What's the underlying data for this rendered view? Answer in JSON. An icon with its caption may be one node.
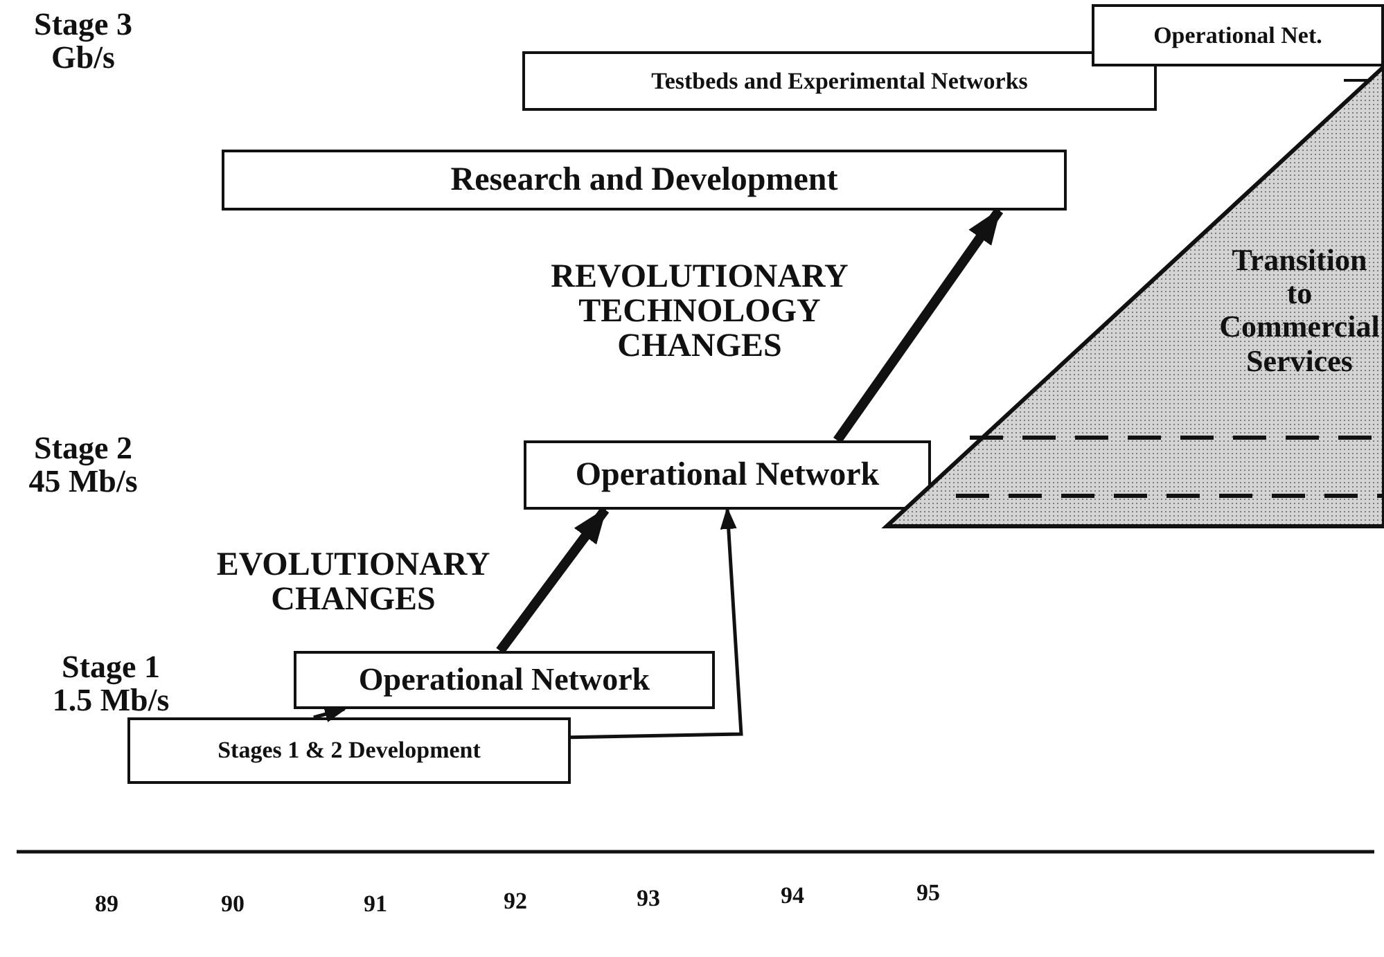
{
  "diagram": {
    "nodes": [
      {
        "text": [
          "Stages 1 & 2 Development"
        ]
      },
      {
        "text": [
          "Operational Network"
        ]
      },
      {
        "text": [
          "Operational Network"
        ]
      },
      {
        "text": [
          "Research and Development"
        ]
      },
      {
        "text": [
          "Testbeds and Experimental Networks"
        ]
      },
      {
        "text": [
          "Operational Net."
        ]
      },
      {
        "text": [
          "Transition to Commercial Services"
        ]
      }
    ],
    "edges": [
      {
        "from": 0,
        "to": 1,
        "arrow": "to"
      },
      {
        "from": 0,
        "to": 2,
        "arrow": "to"
      },
      {
        "from": 1,
        "to": 2,
        "arrow": "to",
        "style": "thick"
      },
      {
        "from": 2,
        "to": 3,
        "arrow": "to",
        "style": "thick"
      }
    ],
    "labels": [
      "Stage 3 Gb/s",
      "REVOLUTIONARY TECHNOLOGY CHANGES",
      "Stage 2 45 Mb/s",
      "EVOLUTIONARY CHANGES",
      "Stage 1 1.5 Mb/s",
      "89",
      "90",
      "91",
      "92",
      "93",
      "94",
      "95"
    ]
  }
}
